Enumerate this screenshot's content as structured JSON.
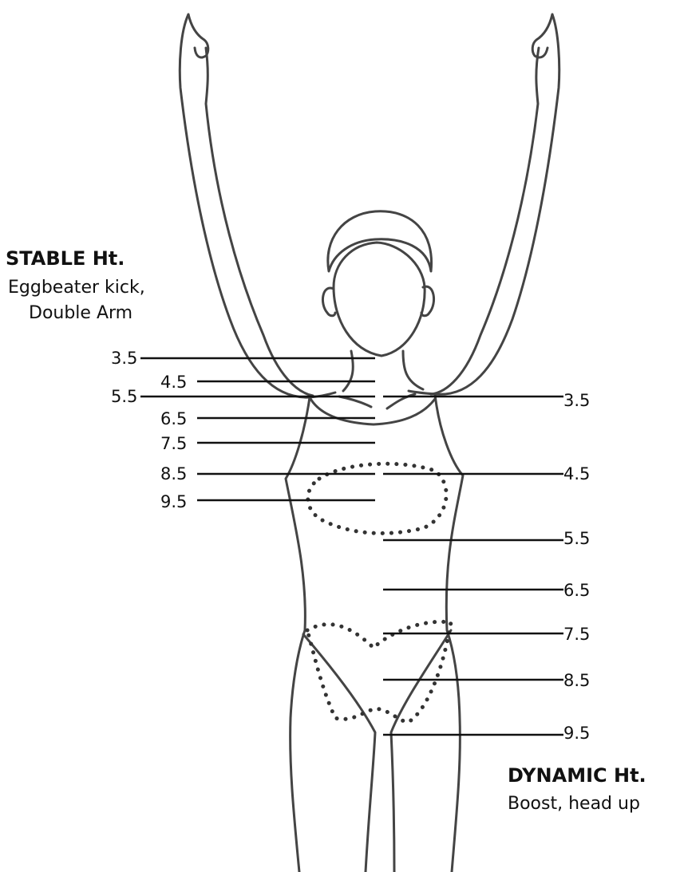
{
  "stable": {
    "title": "STABLE Ht.",
    "line1": "Eggbeater kick,",
    "line2": "Double Arm",
    "marks": [
      "3.5",
      "4.5",
      "5.5",
      "6.5",
      "7.5",
      "8.5",
      "9.5"
    ]
  },
  "dynamic": {
    "title": "DYNAMIC Ht.",
    "line1": "Boost, head up",
    "marks": [
      "3.5",
      "4.5",
      "5.5",
      "6.5",
      "7.5",
      "8.5",
      "9.5"
    ]
  }
}
